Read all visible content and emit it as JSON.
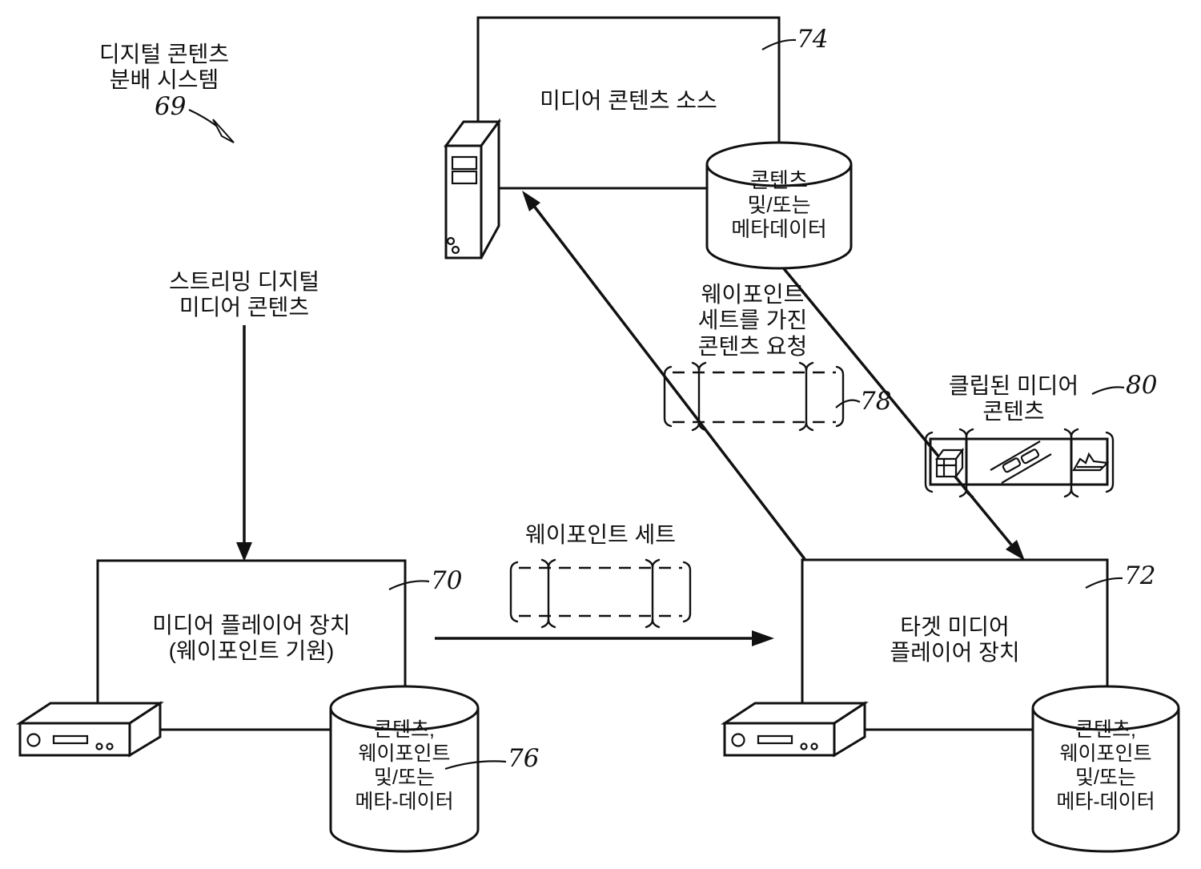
{
  "figure_labels": {
    "system_title": "디지털 콘텐츠\n분배 시스템",
    "ref_system": "69",
    "media_content_source": "미디어 콘텐츠 소스",
    "ref_source": "74",
    "source_database": "콘텐츠\n및/또는\n메타데이터",
    "streaming": "스트리밍 디지털\n미디어 콘텐츠",
    "content_request": "웨이포인트\n세트를 가진\n콘텐츠 요청",
    "ref_request": "78",
    "clipped_media": "클립된 미디어\n콘텐츠",
    "ref_clipped": "80",
    "waypoint_set": "웨이포인트 세트",
    "origin_player": "미디어 플레이어 장치\n(웨이포인트 기원)",
    "ref_origin": "70",
    "origin_database": "콘텐츠,\n웨이포인트\n및/또는\n메타-데이터",
    "ref_origin_db": "76",
    "target_player": "타겟 미디어\n플레이어 장치",
    "ref_target": "72",
    "target_database": "콘텐츠,\n웨이포인트\n및/또는\n메타-데이터"
  },
  "colors": {
    "ink": "#111111",
    "paper": "#ffffff"
  }
}
